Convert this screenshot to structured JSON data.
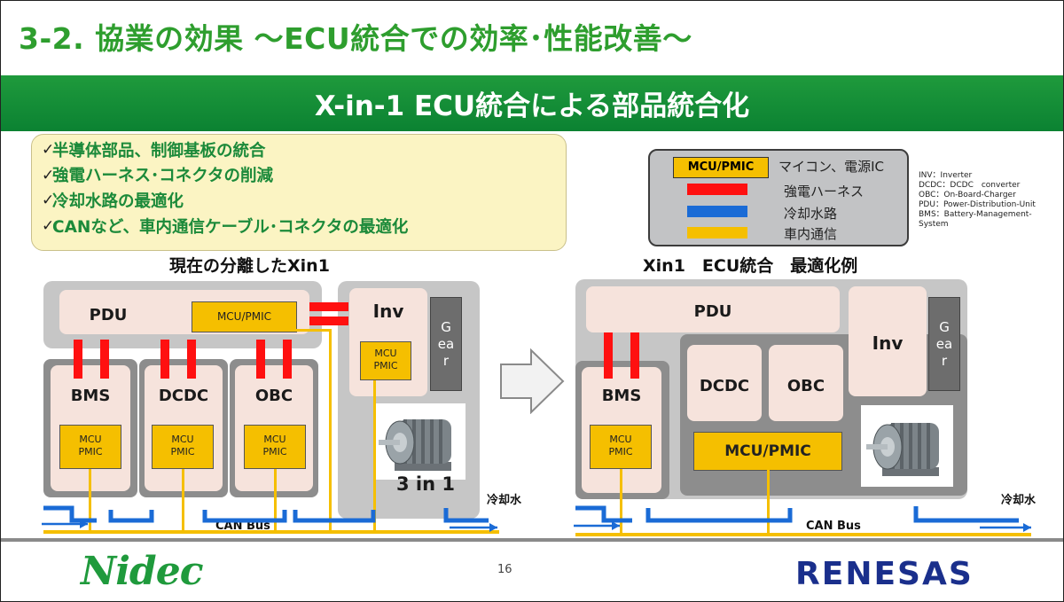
{
  "slide": {
    "title": "3-2. 協業の効果 ～ECU統合での効率･性能改善～",
    "subtitle": "X-in-1 ECU統合による部品統合化",
    "page_number": "16"
  },
  "bullets": [
    "半導体部品、制御基板の統合",
    "強電ハーネス･コネクタの削減",
    "冷却水路の最適化",
    "CANなど、車内通信ケーブル･コネクタの最適化"
  ],
  "bullet_mark": "✓",
  "legend": {
    "mcu_label": "MCU/PMIC",
    "mcu_desc": "マイコン、電源IC",
    "red_desc": "強電ハーネス",
    "blue_desc": "冷却水路",
    "yellow_desc": "車内通信",
    "colors": {
      "red": "#ff1010",
      "blue": "#1a6bd6",
      "yellow": "#f5bf00",
      "mcu": "#f5bf00"
    }
  },
  "notes": [
    "INV：Inverter",
    "DCDC：DCDC　converter",
    "OBC：On-Board-Charger",
    "PDU：Power-Distribution-Unit",
    "BMS：Battery-Management-",
    "System"
  ],
  "left_diagram": {
    "title": "現在の分離したXin1",
    "pdu": "PDU",
    "pdu_mcu": "MCU/PMIC",
    "inv": "Inv",
    "inv_mcu": [
      "MCU",
      "PMIC"
    ],
    "gear": [
      "G",
      "ea",
      "r"
    ],
    "bms": "BMS",
    "dcdc": "DCDC",
    "obc": "OBC",
    "mcu_line1": "MCU",
    "mcu_line2": "PMIC",
    "three_in_one": "3 in 1",
    "coolant": "冷却水",
    "can_bus": "CAN Bus"
  },
  "right_diagram": {
    "title": "Xin1　ECU統合　最適化例",
    "pdu": "PDU",
    "inv": "Inv",
    "gear": [
      "G",
      "ea",
      "r"
    ],
    "bms": "BMS",
    "bms_mcu": [
      "MCU",
      "PMIC"
    ],
    "dcdc": "DCDC",
    "obc": "OBC",
    "mcu_pmic": "MCU/PMIC",
    "coolant": "冷却水",
    "can_bus": "CAN Bus"
  },
  "logos": {
    "left": "Nidec",
    "right": "RENESAS",
    "left_color": "#1f9a3c",
    "right_color": "#1a2f8c"
  },
  "icons": [
    "check-icon",
    "arrow-right-icon",
    "motor-icon"
  ]
}
